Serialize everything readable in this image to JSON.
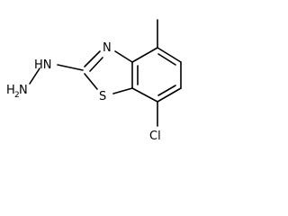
{
  "molecule": {
    "atoms": {
      "hn": "HN",
      "h2n": "H",
      "h2n_sub": "2",
      "h2n_n": "N",
      "n_ring": "N",
      "s_ring": "S",
      "cl": "Cl"
    }
  }
}
